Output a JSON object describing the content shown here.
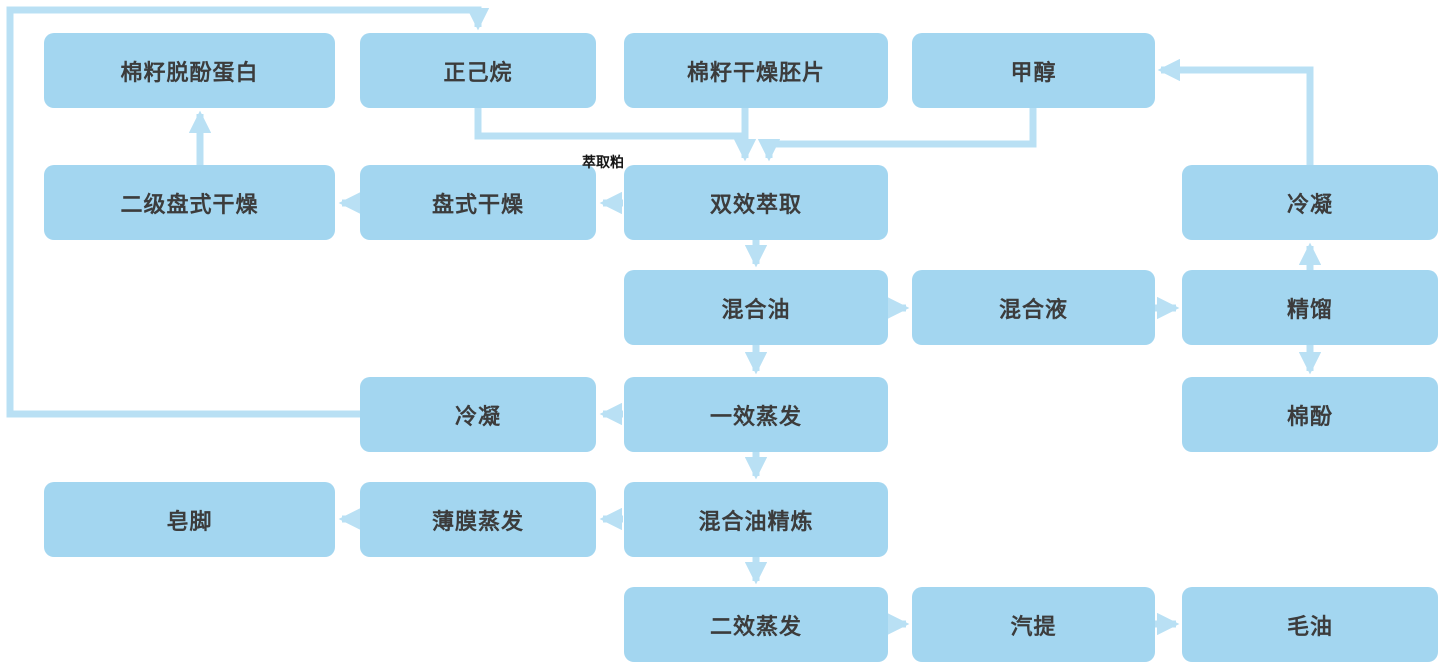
{
  "diagram": {
    "type": "flowchart",
    "subject": "cottonseed-oil-extraction-process",
    "colors": {
      "node_fill": "#a3d6f0",
      "arrow": "#b9e0f4",
      "text": "#3c3c3c"
    },
    "nodes": [
      {
        "id": "protein",
        "label": "棉籽脱酚蛋白"
      },
      {
        "id": "hexane",
        "label": "正己烷"
      },
      {
        "id": "flakes",
        "label": "棉籽干燥胚片"
      },
      {
        "id": "methanol",
        "label": "甲醇"
      },
      {
        "id": "disc-dry-2",
        "label": "二级盘式干燥"
      },
      {
        "id": "disc-dry",
        "label": "盘式干燥"
      },
      {
        "id": "extraction",
        "label": "双效萃取"
      },
      {
        "id": "condense-top",
        "label": "冷凝"
      },
      {
        "id": "mixed-oil",
        "label": "混合油"
      },
      {
        "id": "mixed-liquid",
        "label": "混合液"
      },
      {
        "id": "rectify",
        "label": "精馏"
      },
      {
        "id": "condense-mid",
        "label": "冷凝"
      },
      {
        "id": "evap-1",
        "label": "一效蒸发"
      },
      {
        "id": "gossypol",
        "label": "棉酚"
      },
      {
        "id": "soapstock",
        "label": "皂脚"
      },
      {
        "id": "thin-film",
        "label": "薄膜蒸发"
      },
      {
        "id": "refine",
        "label": "混合油精炼"
      },
      {
        "id": "evap-2",
        "label": "二效蒸发"
      },
      {
        "id": "stripping",
        "label": "汽提"
      },
      {
        "id": "crude-oil",
        "label": "毛油"
      }
    ],
    "annotations": {
      "extraction_meal": "萃取粕"
    },
    "edges": [
      {
        "from": "hexane",
        "to": "extraction"
      },
      {
        "from": "flakes",
        "to": "extraction"
      },
      {
        "from": "methanol",
        "to": "extraction"
      },
      {
        "from": "extraction",
        "to": "disc-dry",
        "label": "萃取粕"
      },
      {
        "from": "disc-dry",
        "to": "disc-dry-2"
      },
      {
        "from": "disc-dry-2",
        "to": "protein"
      },
      {
        "from": "extraction",
        "to": "mixed-oil"
      },
      {
        "from": "mixed-oil",
        "to": "mixed-liquid"
      },
      {
        "from": "mixed-liquid",
        "to": "rectify"
      },
      {
        "from": "rectify",
        "to": "condense-top"
      },
      {
        "from": "condense-top",
        "to": "methanol"
      },
      {
        "from": "rectify",
        "to": "gossypol"
      },
      {
        "from": "mixed-oil",
        "to": "evap-1"
      },
      {
        "from": "evap-1",
        "to": "condense-mid"
      },
      {
        "from": "condense-mid",
        "to": "hexane"
      },
      {
        "from": "evap-1",
        "to": "refine"
      },
      {
        "from": "refine",
        "to": "thin-film"
      },
      {
        "from": "thin-film",
        "to": "soapstock"
      },
      {
        "from": "refine",
        "to": "evap-2"
      },
      {
        "from": "evap-2",
        "to": "stripping"
      },
      {
        "from": "stripping",
        "to": "crude-oil"
      }
    ]
  }
}
